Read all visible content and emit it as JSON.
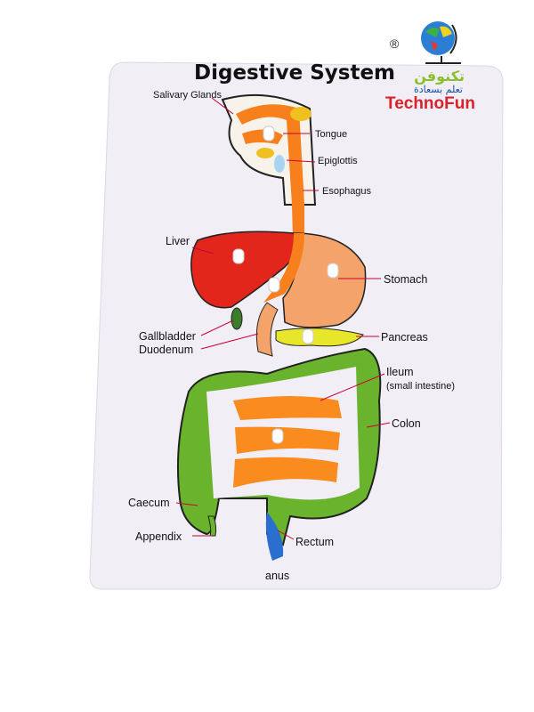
{
  "title": "Digestive System",
  "logo": {
    "brand": "TechnoFun",
    "arabic_name": "تكنوفن",
    "arabic_tagline": "تعلم بسعادة",
    "registered": "®"
  },
  "labels": {
    "salivary_glands": "Salivary Glands",
    "tongue": "Tongue",
    "epiglottis": "Epiglottis",
    "esophagus": "Esophagus",
    "liver": "Liver",
    "stomach": "Stomach",
    "gallbladder": "Gallbladder",
    "duodenum": "Duodenum",
    "pancreas": "Pancreas",
    "ileum": "Ileum",
    "ileum_note": "(small intestine)",
    "colon": "Colon",
    "caecum": "Caecum",
    "appendix": "Appendix",
    "rectum": "Rectum",
    "anus": "anus"
  },
  "colors": {
    "board": "#f1eef6",
    "esophagus": "#f77f1c",
    "liver": "#e2261c",
    "stomach": "#f4a46a",
    "colon": "#6ab42d",
    "small_intestine": "#f98b1f",
    "pancreas": "#e8e62a",
    "rectum": "#2a6fd0",
    "brand": "#d8232a"
  }
}
